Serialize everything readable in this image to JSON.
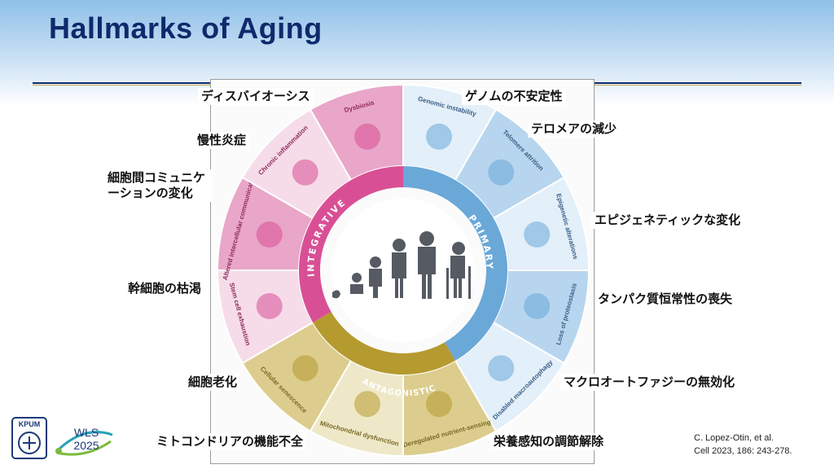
{
  "slide": {
    "title": "Hallmarks of Aging"
  },
  "colors": {
    "integrative": "#d94f95",
    "primary": "#6aa8d8",
    "antagonistic": "#b59a2f",
    "title": "#0f2a6b"
  },
  "diagram": {
    "center_groups": [
      "INTEGRATIVE",
      "PRIMARY",
      "ANTAGONISTIC"
    ],
    "segments": [
      {
        "en": "Genomic instability",
        "ja": "ゲノムの不安定性",
        "group": "primary",
        "icon": "dna-icon"
      },
      {
        "en": "Telomere attrition",
        "ja": "テロメアの減少",
        "group": "primary",
        "icon": "chromosome-icon"
      },
      {
        "en": "Epigenetic alterations",
        "ja": "エピジェネティックな変化",
        "group": "primary",
        "icon": "nucleosome-icon"
      },
      {
        "en": "Loss of proteostasis",
        "ja": "タンパク質恒常性の喪失",
        "group": "primary",
        "icon": "protein-icon"
      },
      {
        "en": "Disabled macroautophagy",
        "ja": "マクロオートファジーの無効化",
        "group": "primary",
        "icon": "autophagosome-icon"
      },
      {
        "en": "Deregulated nutrient-sensing",
        "ja": "栄養感知の調節解除",
        "group": "antagonistic",
        "icon": "cutlery-icon"
      },
      {
        "en": "Mitochondrial dysfunction",
        "ja": "ミトコンドリアの機能不全",
        "group": "antagonistic",
        "icon": "mitochondrion-icon"
      },
      {
        "en": "Cellular senescence",
        "ja": "細胞老化",
        "group": "antagonistic",
        "icon": "dry-leaf-icon"
      },
      {
        "en": "Stem cell exhaustion",
        "ja": "幹細胞の枯渇",
        "group": "integrative",
        "icon": "stem-cell-icon"
      },
      {
        "en": "Altered intercellular communication",
        "ja": "細胞間コミュニケーションの変化",
        "group": "integrative",
        "icon": "dots-icon"
      },
      {
        "en": "Chronic inflammation",
        "ja": "慢性炎症",
        "group": "integrative",
        "icon": "immune-cell-icon"
      },
      {
        "en": "Dysbiosis",
        "ja": "ディスバイオーシス",
        "group": "integrative",
        "icon": "bacterium-icon"
      }
    ]
  },
  "labels": {
    "genomic": "ゲノムの不安定性",
    "telomere": "テロメアの減少",
    "epigenetic": "エピジェネティックな変化",
    "proteostasis": "タンパク質恒常性の喪失",
    "autophagy": "マクロオートファジーの無効化",
    "nutrient": "栄養感知の調節解除",
    "mito": "ミトコンドリアの機能不全",
    "senescence": "細胞老化",
    "stem": "幹細胞の枯渇",
    "communication": "細胞間コミュニケーションの変化",
    "inflammation": "慢性炎症",
    "dysbiosis": "ディスバイオーシス"
  },
  "citation": {
    "line1": "C. Lopez-Otin, et al.",
    "line2": "Cell 2023, 186: 243-278."
  },
  "logos": {
    "left": "KPUM",
    "right_top": "WLS",
    "right_bottom": "2025"
  }
}
